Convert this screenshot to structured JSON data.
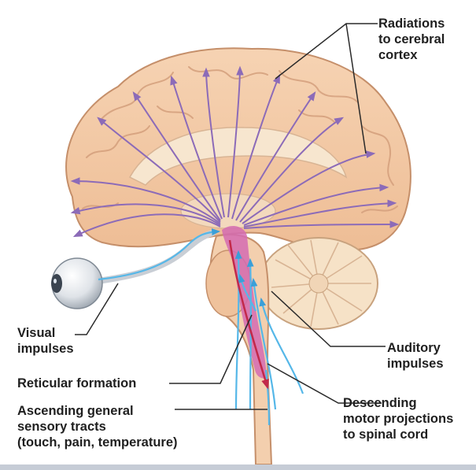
{
  "labels": {
    "radiations": [
      "Radiations",
      "to cerebral",
      "cortex"
    ],
    "visual": [
      "Visual",
      "impulses"
    ],
    "reticular": [
      "Reticular formation"
    ],
    "ascending": [
      "Ascending general",
      "sensory tracts",
      "(touch, pain, temperature)"
    ],
    "auditory": [
      "Auditory",
      "impulses"
    ],
    "descending": [
      "Descending",
      "motor projections",
      "to spinal cord"
    ]
  },
  "colors": {
    "brain_fill": "#f2c9a5",
    "brain_outline": "#c58f6a",
    "gyri_line": "#d49f7c",
    "cerebellum": "#f6e2c7",
    "radiation_arrows": "#8c6bb8",
    "sensory_arrows": "#55b7e8",
    "reticular": "#d46bb2",
    "motor_arrow": "#c2294a",
    "leader_lines": "#2a2a2a"
  },
  "icons": [
    "eyeball-icon"
  ]
}
